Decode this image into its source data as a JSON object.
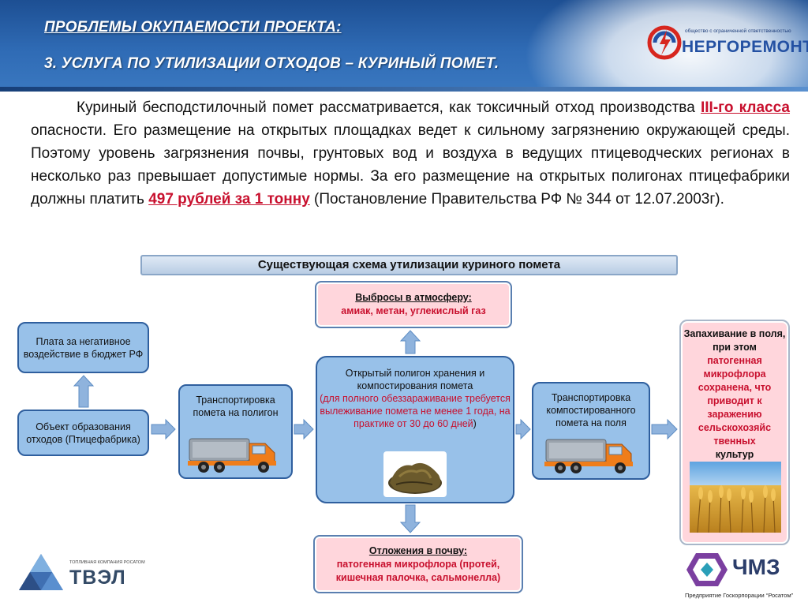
{
  "header": {
    "title_line1": "ПРОБЛЕМЫ ОКУПАЕМОСТИ ПРОЕКТА:",
    "title_line2": "3. УСЛУГА ПО УТИЛИЗАЦИИ ОТХОДОВ – КУРИНЫЙ ПОМЕТ.",
    "logo_small": "общество с ограниченной ответственностью",
    "logo_big": "НЕРГОРЕМОНТ"
  },
  "paragraph": {
    "part1": "Куриный бесподстилочный помет рассматривается, как токсичный отход производства ",
    "class_highlight": "III-го класса",
    "part2": " опасности. Его размещение на открытых площадках ведет к сильному загрязнению окружающей среды. Поэтому уровень загрязнения почвы, грунтовых вод и воздуха в ведущих птицеводческих регионах в несколько раз превышает допустимые нормы. За его размещение на открытых полигонах птицефабрики должны платить ",
    "fee_highlight": "497 рублей за 1 тонну",
    "part3": " (Постановление Правительства РФ № 344 от 12.07.2003г)."
  },
  "scheme": {
    "banner": "Существующая схема утилизации куриного помета",
    "plata": "Плата за негативное воздействие в бюджет РФ",
    "object": "Объект образования отходов (Птицефабрика)",
    "transport1": "Транспортировка помета на полигон",
    "polygon_black": "Открытый полигон хранения и компостирования помета",
    "polygon_red": "(для полного обеззараживание требуется вылеживание помета не менее 1 года, на практике от 30 до 60 дней",
    "polygon_close": ")",
    "transport2": "Транспортировка компостированного помета на поля",
    "emissions_title": "Выбросы в атмосферу:",
    "emissions_body": "амиак, метан, углекислый газ",
    "soil_title": "Отложения в почву:",
    "soil_body": "патогенная микрофлора (протей, кишечная палочка, сальмонелла)",
    "right_black": "Запахивание в поля, при этом",
    "right_red": "патогенная микрофлора сохранена, что приводит к заражению сельскохозяйс твенных",
    "right_black2": "культур"
  },
  "logos": {
    "tvel_small": "ТОПЛИВНАЯ КОМПАНИЯ РОСАТОМ",
    "tvel_big": "ТВЭЛ",
    "chmz_big": "ЧМЗ",
    "chmz_small": "Предприятие Госкорпорации “Росатом”"
  },
  "colors": {
    "header_blue": "#2f6bb5",
    "box_blue": "#98c1e9",
    "box_pink": "#ffd6dc",
    "accent_red": "#c8102e",
    "arrow_blue": "#8fb3dd"
  }
}
